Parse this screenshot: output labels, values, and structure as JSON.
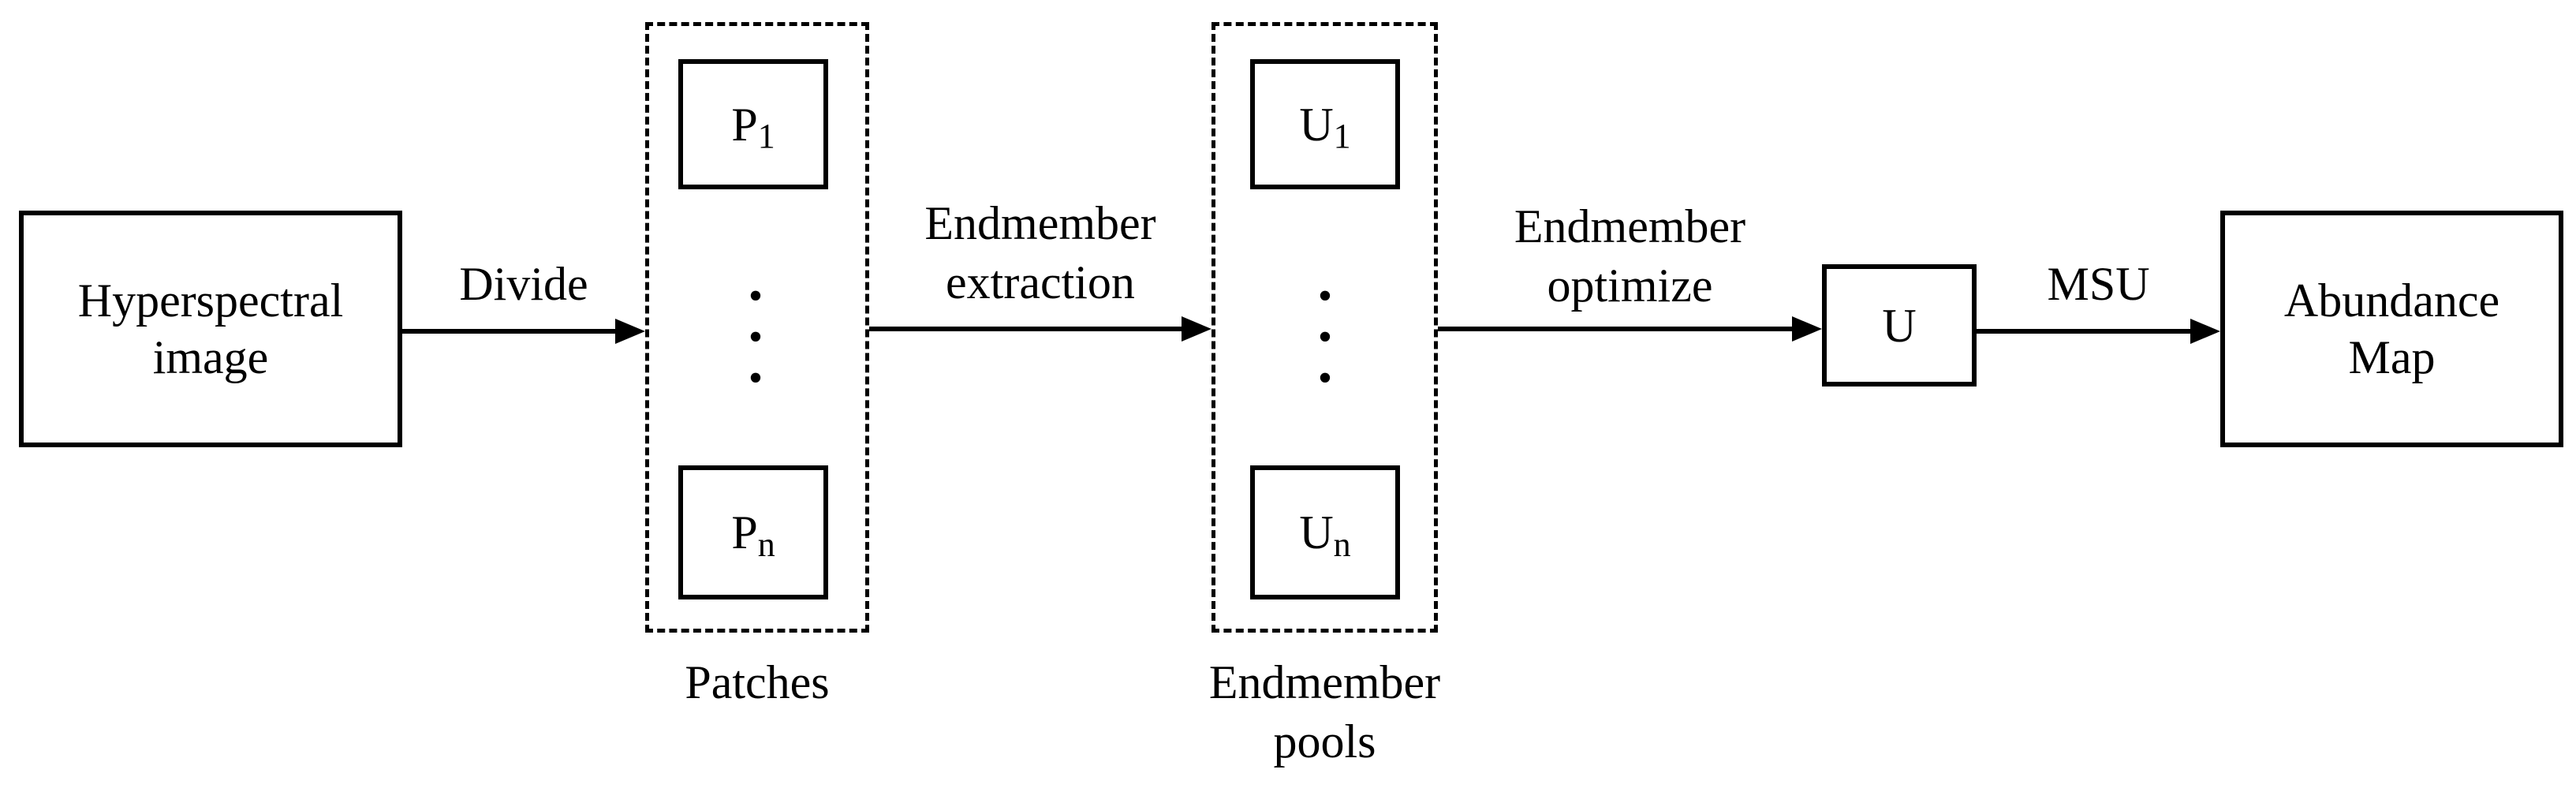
{
  "colors": {
    "stroke": "#000000",
    "text": "#000000",
    "background": "#ffffff"
  },
  "nodes": {
    "hyperspectral": {
      "line1": "Hyperspectral",
      "line2": "image"
    },
    "p1": {
      "base": "P",
      "sub": "1"
    },
    "pn": {
      "base": "P",
      "sub": "n"
    },
    "u1": {
      "base": "U",
      "sub": "1"
    },
    "un": {
      "base": "U",
      "sub": "n"
    },
    "u": {
      "label": "U"
    },
    "abundance": {
      "line1": "Abundance",
      "line2": "Map"
    }
  },
  "captions": {
    "patches": "Patches",
    "pools_line1": "Endmember",
    "pools_line2": "pools"
  },
  "edges": {
    "divide": {
      "label": "Divide"
    },
    "extraction": {
      "line1": "Endmember",
      "line2": "extraction"
    },
    "optimize": {
      "line1": "Endmember",
      "line2": "optimize"
    },
    "msu": {
      "label": "MSU"
    }
  },
  "icons": {
    "vertical_dot": "•"
  }
}
